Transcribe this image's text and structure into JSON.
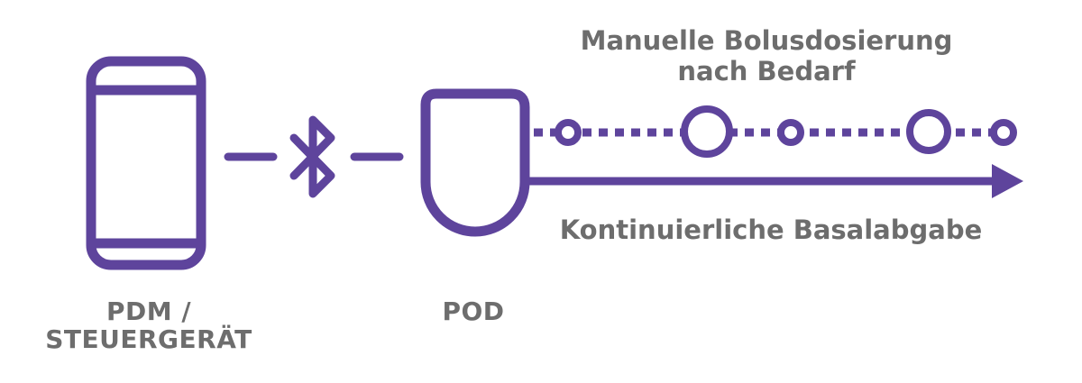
{
  "colors": {
    "accent": "#5e449c",
    "text": "#6d6d6d",
    "background": "#ffffff"
  },
  "nodes": {
    "pdm": {
      "label_line1": "PDM /",
      "label_line2": "STEUERGERÄT",
      "icon": "smartphone-icon"
    },
    "connection": {
      "icon": "bluetooth-icon"
    },
    "pod": {
      "label": "POD",
      "icon": "pod-icon"
    }
  },
  "flows": {
    "bolus": {
      "label_line1": "Manuelle Bolusdosierung",
      "label_line2": "nach Bedarf",
      "style": "dashed-with-circles"
    },
    "basal": {
      "label": "Kontinuierliche Basalabgabe",
      "style": "solid-arrow"
    }
  }
}
